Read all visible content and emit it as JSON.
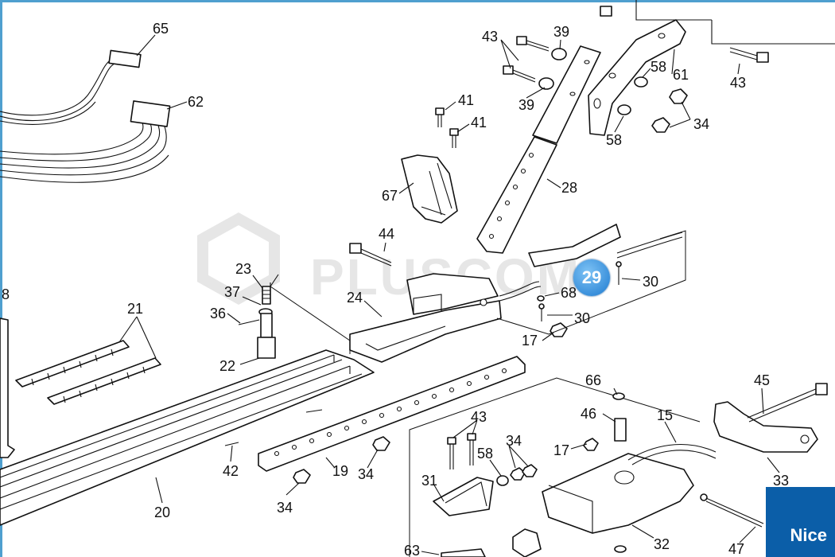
{
  "diagram": {
    "callouts": [
      {
        "id": "c65",
        "text": "65"
      },
      {
        "id": "c62",
        "text": "62"
      },
      {
        "id": "c43a",
        "text": "43"
      },
      {
        "id": "c39a",
        "text": "39"
      },
      {
        "id": "c39b",
        "text": "39"
      },
      {
        "id": "c58a",
        "text": "58"
      },
      {
        "id": "c61",
        "text": "61"
      },
      {
        "id": "c43b",
        "text": "43"
      },
      {
        "id": "c34a",
        "text": "34"
      },
      {
        "id": "c58b",
        "text": "58"
      },
      {
        "id": "c41a",
        "text": "41"
      },
      {
        "id": "c41b",
        "text": "41"
      },
      {
        "id": "c67",
        "text": "67"
      },
      {
        "id": "c28",
        "text": "28"
      },
      {
        "id": "c44",
        "text": "44"
      },
      {
        "id": "c30a",
        "text": "30"
      },
      {
        "id": "c68",
        "text": "68"
      },
      {
        "id": "c30b",
        "text": "30"
      },
      {
        "id": "c23",
        "text": "23"
      },
      {
        "id": "c37",
        "text": "37"
      },
      {
        "id": "c36",
        "text": "36"
      },
      {
        "id": "c24",
        "text": "24"
      },
      {
        "id": "c17a",
        "text": "17"
      },
      {
        "id": "c21",
        "text": "21"
      },
      {
        "id": "c22",
        "text": "22"
      },
      {
        "id": "c8",
        "text": "8"
      },
      {
        "id": "c66",
        "text": "66"
      },
      {
        "id": "c45",
        "text": "45"
      },
      {
        "id": "c46",
        "text": "46"
      },
      {
        "id": "c15",
        "text": "15"
      },
      {
        "id": "c43c",
        "text": "43"
      },
      {
        "id": "c17b",
        "text": "17"
      },
      {
        "id": "c58c",
        "text": "58"
      },
      {
        "id": "c34b",
        "text": "34"
      },
      {
        "id": "c42",
        "text": "42"
      },
      {
        "id": "c19",
        "text": "19"
      },
      {
        "id": "c34c",
        "text": "34"
      },
      {
        "id": "c34d",
        "text": "34"
      },
      {
        "id": "c33",
        "text": "33"
      },
      {
        "id": "c20",
        "text": "20"
      },
      {
        "id": "c31",
        "text": "31"
      },
      {
        "id": "c32",
        "text": "32"
      },
      {
        "id": "c63",
        "text": "63"
      },
      {
        "id": "c47",
        "text": "47"
      }
    ],
    "highlight_badge": "29",
    "watermark": "PLUSCOM",
    "brand_logo": "Nice"
  },
  "colors": {
    "frame": "#4f9fcf",
    "logo_bg": "#0b5ea8",
    "badge": "#1d7ad0"
  }
}
